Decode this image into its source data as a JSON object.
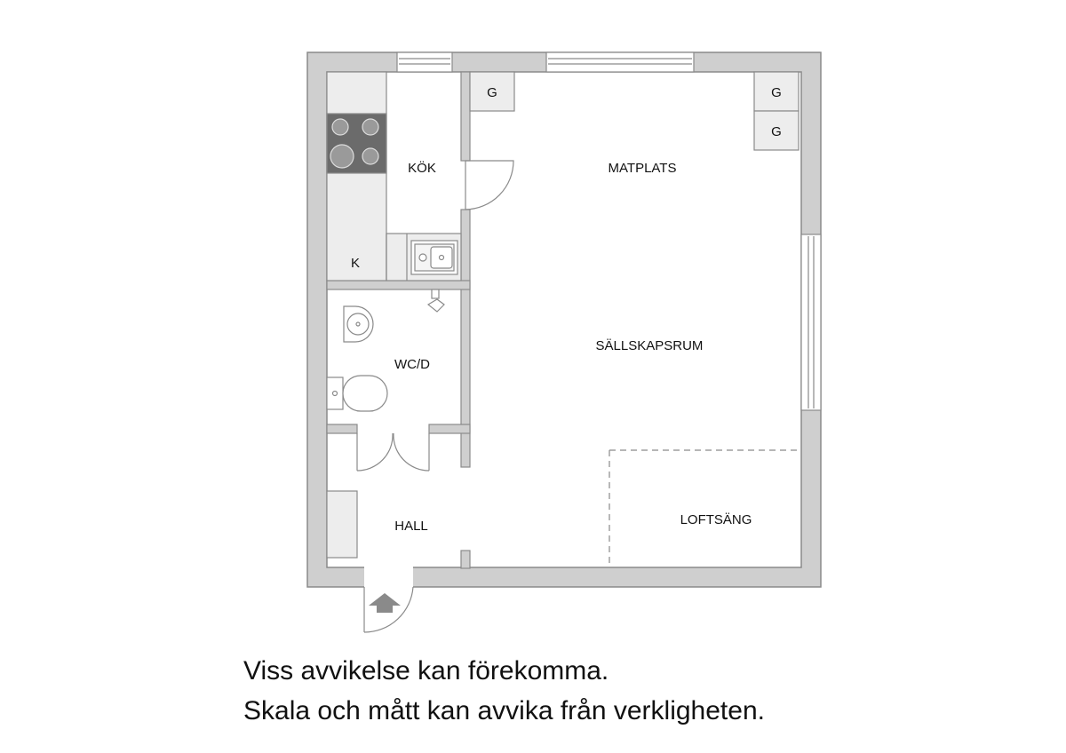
{
  "rooms": {
    "kitchen": "KÖK",
    "dining": "MATPLATS",
    "living": "SÄLLSKAPSRUM",
    "bathroom": "WC/D",
    "hall": "HALL",
    "loft_bed": "LOFTSÄNG"
  },
  "appliances": {
    "wardrobe_1": "G",
    "wardrobe_2": "G",
    "wardrobe_3": "G",
    "fridge": "K"
  },
  "disclaimer": {
    "line1": "Viss avvikelse kan förekomma.",
    "line2": "Skala och mått kan avvika från verkligheten."
  },
  "colors": {
    "wall_fill": "#cfcfcf",
    "wall_stroke": "#8a8a8a",
    "fixture_fill": "#ededed",
    "stove_fill": "#6b6b6b",
    "arrow_fill": "#8a8a8a"
  },
  "icons": {
    "entrance": "entrance-arrow-icon"
  }
}
